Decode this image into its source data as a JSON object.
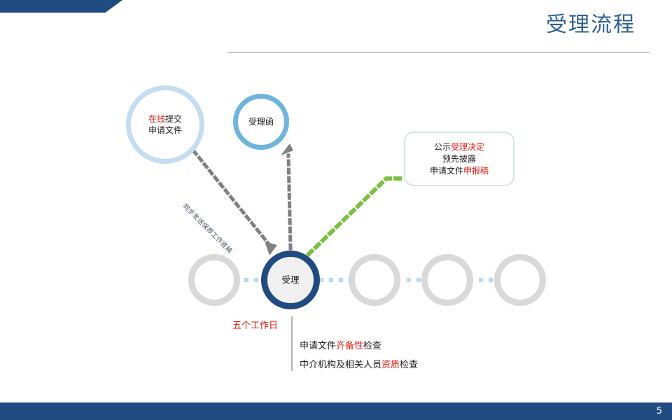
{
  "slide": {
    "title": "受理流程",
    "page_number": "5"
  },
  "colors": {
    "banner_blue": "#1f4b80",
    "title_blue": "#2e5f91",
    "accent_red": "#e01b10",
    "ring_light_blue": "#c5ddf0",
    "ring_mid_blue": "#6fb4dd",
    "ring_gray": "#d9d9d9",
    "chain_blue": "#bcd9ef",
    "green_dots": "#7ac143",
    "gray_dash": "#808080",
    "green_box_border": "#d3e6e6"
  },
  "nodes": {
    "online_submit": {
      "line1_red": "在线",
      "line1_dark": "提交",
      "line2": "申请文件"
    },
    "acceptance_letter": {
      "label": "受理函"
    },
    "accept": {
      "label": "受理"
    }
  },
  "green_box": {
    "line1_dark": "公示",
    "line1_red": "受理决定",
    "line2": "预先披露",
    "line3_dark": "申请文件",
    "line3_red": "申报稿"
  },
  "diagonal_label": "同步发送保荐工作底稿",
  "notes": {
    "days": "五个工作日",
    "line1_a": "申请文件",
    "line1_b": "齐备性",
    "line1_c": "检查",
    "line2_a": "中介机构及相关人员",
    "line2_b": "资质",
    "line2_c": "检查"
  }
}
